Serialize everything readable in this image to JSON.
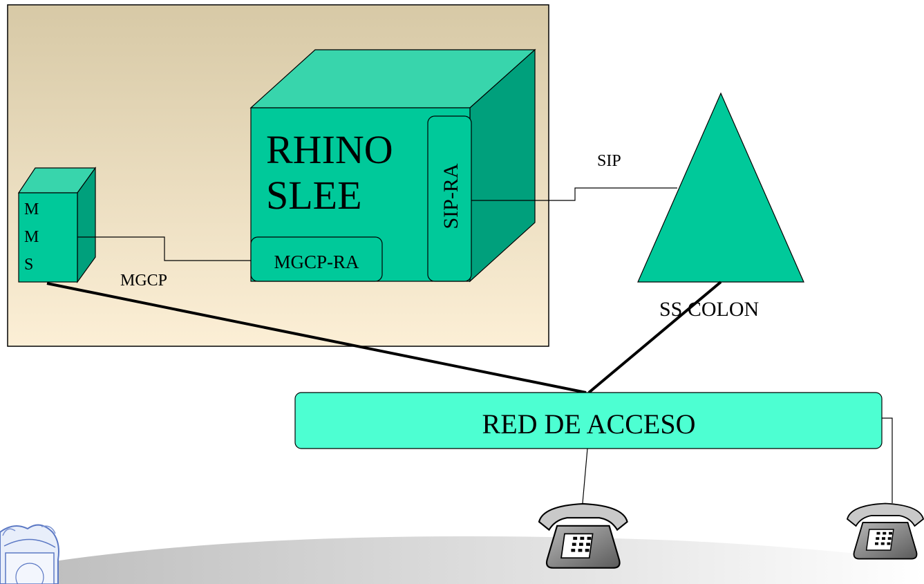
{
  "diagram": {
    "server_box": {
      "title_line1": "RHINO",
      "title_line2": "SLEE",
      "mgcp_adapter": "MGCP-RA",
      "sip_adapter": "SIP-RA"
    },
    "mms_box": {
      "line1": "M",
      "line2": "M",
      "line3": "S"
    },
    "protocols": {
      "mgcp": "MGCP",
      "sip": "SIP"
    },
    "softswitch": {
      "label": "SS COLON"
    },
    "access_network": {
      "label": "RED DE ACCESO"
    }
  },
  "colors": {
    "panel_top": "#d7c9a6",
    "panel_bottom": "#fcefd6",
    "cube_top": "#38d5ac",
    "cube_front": "#00c99a",
    "cube_side": "#00a07c",
    "access_fill": "#4dffd2",
    "phone_body": "#8a8a8a",
    "swoosh": "#d4d4d4"
  },
  "icons": [
    "telephone-icon",
    "university-seal-logo"
  ]
}
